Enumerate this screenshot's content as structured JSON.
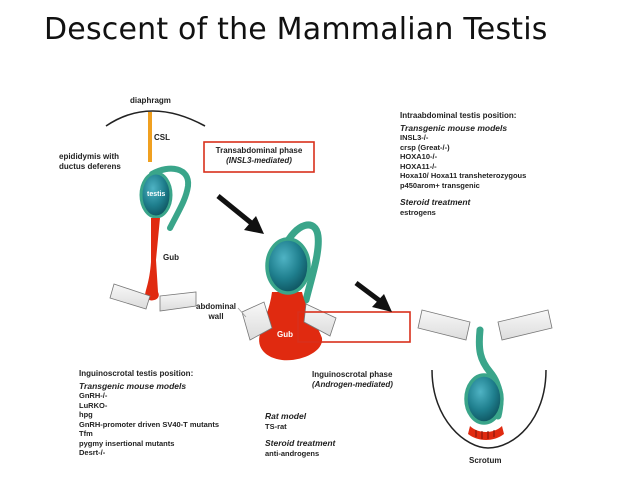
{
  "title": "Descent of the Mammalian Testis",
  "labels": {
    "diaphragm": "diaphragm",
    "csl": "CSL",
    "epididymis_line1": "epididymis with",
    "epididymis_line2": "ductus deferens",
    "testis": "testis",
    "gub1": "Gub",
    "gub2": "Gub",
    "abdominal_line1": "abdominal",
    "abdominal_line2": "wall",
    "scrotum": "Scrotum"
  },
  "phases": {
    "transabdominal_title": "Transabdominal phase",
    "transabdominal_sub": "(INSL3-mediated)",
    "inguinoscrotal_title": "Inguinoscrotal phase",
    "inguinoscrotal_sub": "(Androgen-mediated)"
  },
  "intra": {
    "heading": "Intraabdominal testis position:",
    "transgenic_heading": "Transgenic mouse models",
    "items": [
      "INSL3-/-",
      "crsp (Great-/-)",
      "HOXA10-/-",
      "HOXA11-/-",
      "Hoxa10/ Hoxa11 transheterozygous",
      "p450arom+ transgenic"
    ],
    "steroid_heading": "Steroid treatment",
    "steroid_items": [
      "estrogens"
    ]
  },
  "inguino": {
    "heading": "Inguinoscrotal testis position:",
    "transgenic_heading": "Transgenic mouse models",
    "items": [
      "GnRH-/-",
      "LuRKO-",
      "hpg",
      "GnRH-promoter driven SV40-T mutants",
      "Tfm",
      "pygmy insertional mutants",
      "Desrt-/-"
    ]
  },
  "rat": {
    "heading": "Rat model",
    "items": [
      "TS-rat"
    ],
    "steroid_heading": "Steroid treatment",
    "steroid_items": [
      "anti-androgens"
    ]
  },
  "colors": {
    "testis_fill": "#1f7f8e",
    "epididymis": "#3aa58a",
    "gubernaculum": "#e02a10",
    "csl": "#f0a020",
    "wall_fill": "#eeeeee",
    "box_stroke": "#d8301c"
  }
}
